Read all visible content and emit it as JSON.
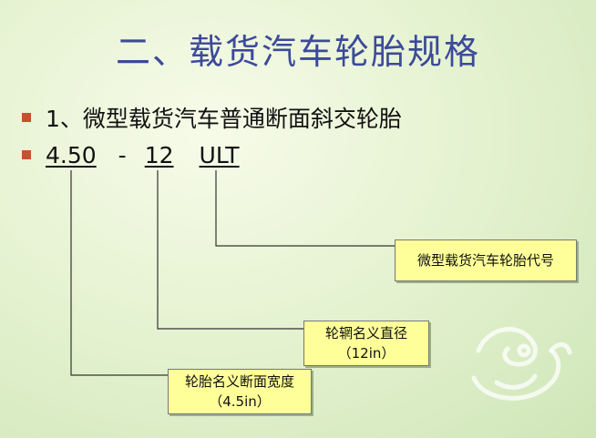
{
  "slide": {
    "title": "二、载货汽车轮胎规格",
    "bullets": [
      {
        "text": "1、微型载货汽车普通断面斜交轮胎"
      }
    ],
    "spec": {
      "width": "4.50",
      "dash": "-",
      "rim": "12",
      "type": "ULT"
    },
    "callouts": {
      "type_code": "微型载货汽车轮胎代号",
      "rim_diameter": {
        "label": "轮辋名义直径",
        "value": "（12in）"
      },
      "section_width": {
        "label": "轮胎名义断面宽度",
        "value": "（4.5in）"
      }
    },
    "colors": {
      "title": "#3c4a9a",
      "bullet": "#c8502e",
      "callout_fill": "#ffff99",
      "background": "#e6f3d2"
    },
    "icons": {
      "watermark": "dragon-seal-watermark-icon"
    }
  }
}
